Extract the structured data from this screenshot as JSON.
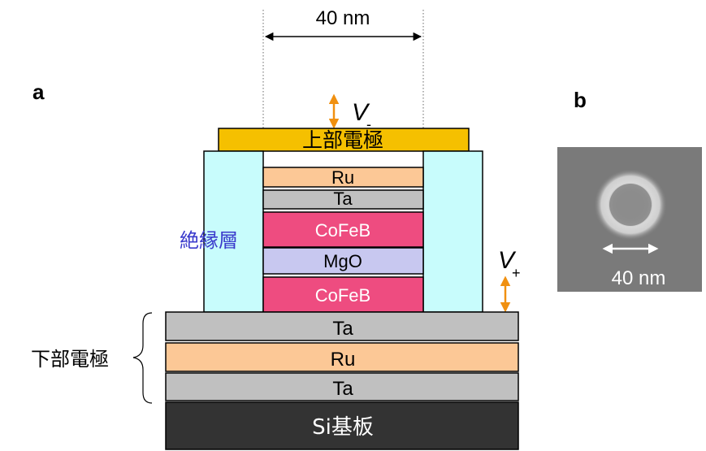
{
  "panel_labels": {
    "a": "a",
    "b": "b"
  },
  "width_label": "40 nm",
  "voltages": {
    "minus": {
      "symbol": "V",
      "sub": "-"
    },
    "plus": {
      "symbol": "V",
      "sub": "+"
    }
  },
  "top_electrode": "上部電極",
  "insulator": "絶縁層",
  "pillar_layers": [
    "Ru",
    "Ta",
    "CoFeB",
    "MgO",
    "CoFeB"
  ],
  "bottom_electrode_label": "下部電極",
  "bottom_layers": [
    "Ta",
    "Ru",
    "Ta"
  ],
  "substrate": "Si基板",
  "image_b": {
    "scale_label": "40 nm"
  },
  "colors": {
    "gold": "#f5c000",
    "peach": "#fcc896",
    "gray": "#c0c0c0",
    "pink": "#ee4c80",
    "lavender": "#c8c8f0",
    "cyan": "#c8fcfc",
    "substrate": "#333333",
    "arrow": "#f09010",
    "insulator_text": "#3a3acc"
  }
}
